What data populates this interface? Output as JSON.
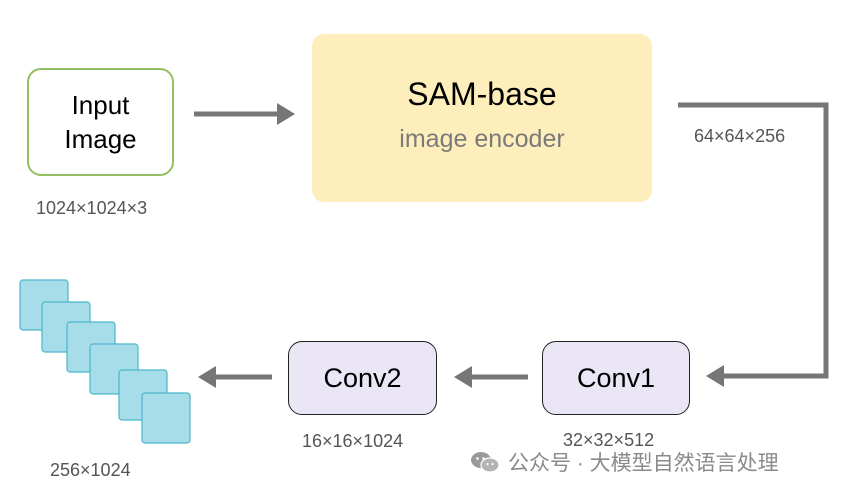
{
  "input_block": {
    "line1": "Input",
    "line2": "Image",
    "shape": "1024×1024×3"
  },
  "encoder_block": {
    "title": "SAM-base",
    "subtitle": "image encoder",
    "shape": "64×64×256"
  },
  "conv1_block": {
    "title": "Conv1",
    "shape": "32×32×512"
  },
  "conv2_block": {
    "title": "Conv2",
    "shape": "16×16×1024"
  },
  "output_block": {
    "shape": "256×1024",
    "token_count_drawn": 6
  },
  "watermark": {
    "text": "公众号 · 大模型自然语言处理",
    "icon": "wechat-icon"
  },
  "colors": {
    "input_border": "#92c060",
    "encoder_fill": "#fdeebb",
    "conv_fill": "#eae6f6",
    "token_fill": "#a6dde8",
    "token_border": "#4bb6cc",
    "arrow": "#767676",
    "label_text": "#555555"
  }
}
